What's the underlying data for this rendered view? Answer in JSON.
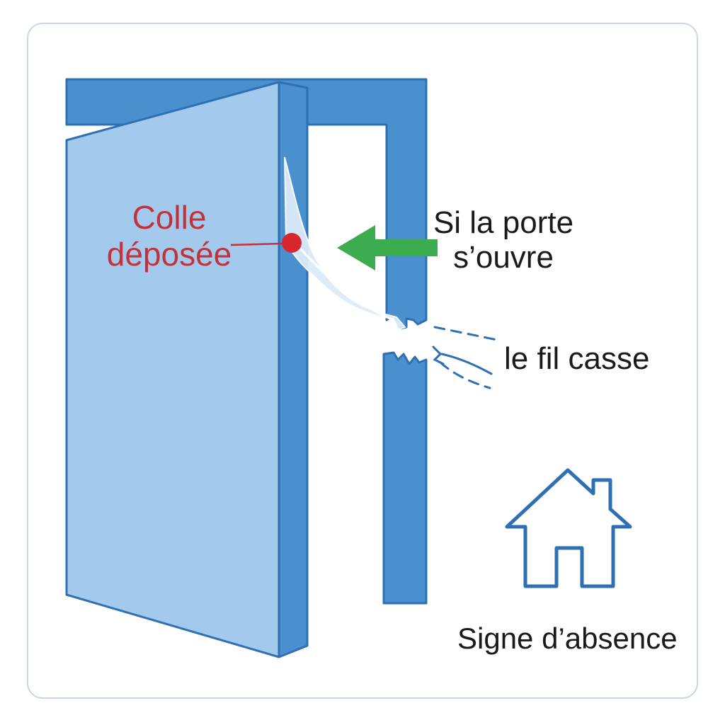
{
  "labels": {
    "glue_line1": "Colle",
    "glue_line2": "déposée",
    "door_opens_line1": "Si la porte",
    "door_opens_line2": "s’ouvre",
    "thread_breaks": "le fil casse",
    "absence_sign": "Signe d’absence"
  },
  "icons": {
    "arrow": "green-arrow-left-icon",
    "house": "house-icon",
    "glue_dot": "red-glue-dot-icon"
  },
  "colors": {
    "door_face": "#a3caec",
    "door_edge": "#4a90cf",
    "frame": "#4a90cf",
    "outline": "#2f6fb3",
    "glue_text": "#c3323a",
    "glue_dot": "#d8272e",
    "arrow": "#3cad4f",
    "house": "#2f6fb3",
    "thread": "#cfe4f6"
  }
}
